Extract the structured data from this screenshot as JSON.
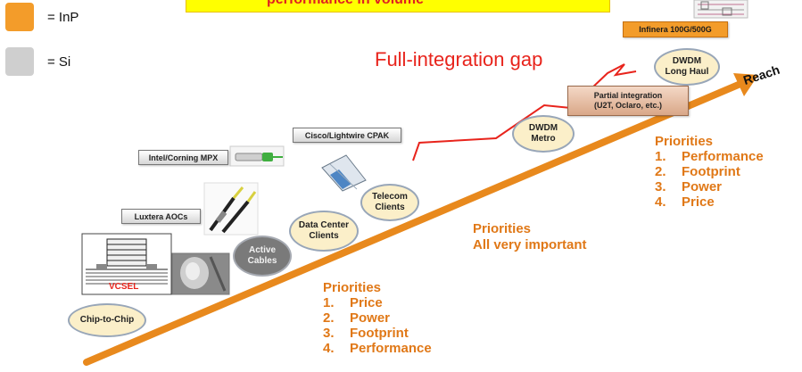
{
  "legend": {
    "items": [
      {
        "label": "= InP",
        "color": "#f39c2a"
      },
      {
        "label": "= Si",
        "color": "#cfcfcf"
      }
    ]
  },
  "banner": {
    "text": "performance in volume"
  },
  "gap_title": "Full-integration gap",
  "reach_label": "Reach",
  "boxes": {
    "infinera": "Infinera 100G/500G",
    "partial": [
      "Partial integration",
      "(U2T, Oclaro, etc.)"
    ],
    "cisco": "Cisco/Lightwire CPAK",
    "intel": "Intel/Corning MPX",
    "luxtera": "Luxtera AOCs",
    "vcsel": "VCSEL"
  },
  "ovals": {
    "dwdm_long_haul": [
      "DWDM",
      "Long Haul"
    ],
    "dwdm_metro": [
      "DWDM",
      "Metro"
    ],
    "telecom_clients": [
      "Telecom",
      "Clients"
    ],
    "data_center_clients": [
      "Data Center",
      "Clients"
    ],
    "active_cables": [
      "Active",
      "Cables"
    ],
    "chip_to_chip": "Chip-to-Chip"
  },
  "priorities": {
    "right": {
      "title": "Priorities",
      "items": [
        "Performance",
        "Footprint",
        "Power",
        "Price"
      ],
      "numbers": [
        "1.",
        "2.",
        "3.",
        "4."
      ]
    },
    "middle": {
      "title": "Priorities",
      "subtitle": "All very important"
    },
    "bottom": {
      "title": "Priorities",
      "items": [
        "Price",
        "Power",
        "Footprint",
        "Performance"
      ],
      "numbers": [
        "1.",
        "2.",
        "3.",
        "4."
      ]
    }
  },
  "colors": {
    "accent_orange": "#e07817",
    "arrow": "#e8891d",
    "gap_red": "#e8241c",
    "banner_yellow": "#ffff00"
  }
}
